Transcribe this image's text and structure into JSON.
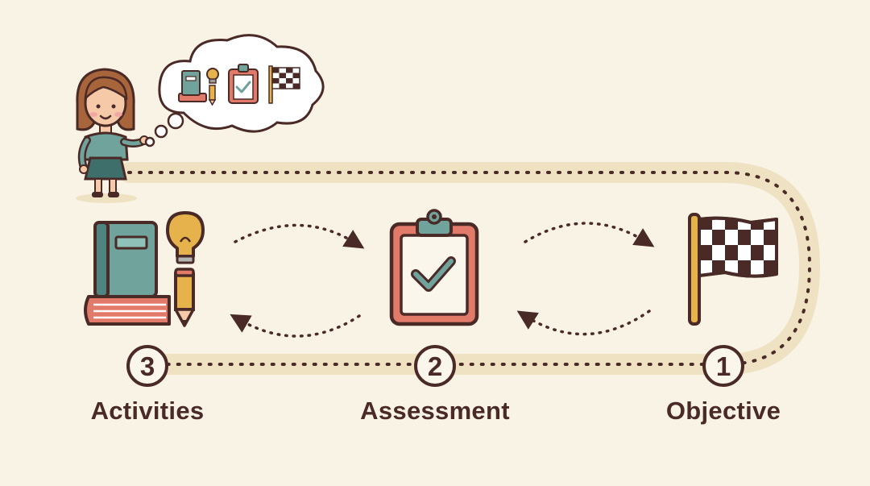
{
  "steps": [
    {
      "number": "3",
      "label": "Activities",
      "icon": "book-lightbulb-pencil-icon"
    },
    {
      "number": "2",
      "label": "Assessment",
      "icon": "clipboard-check-icon"
    },
    {
      "number": "1",
      "label": "Objective",
      "icon": "checkered-flag-icon"
    }
  ],
  "colors": {
    "background": "#f9f3e6",
    "path": "#efe2c2",
    "ink": "#4a2a26",
    "teal": "#6fa39c",
    "coral": "#e27a6a",
    "mustard": "#e6b24c"
  }
}
